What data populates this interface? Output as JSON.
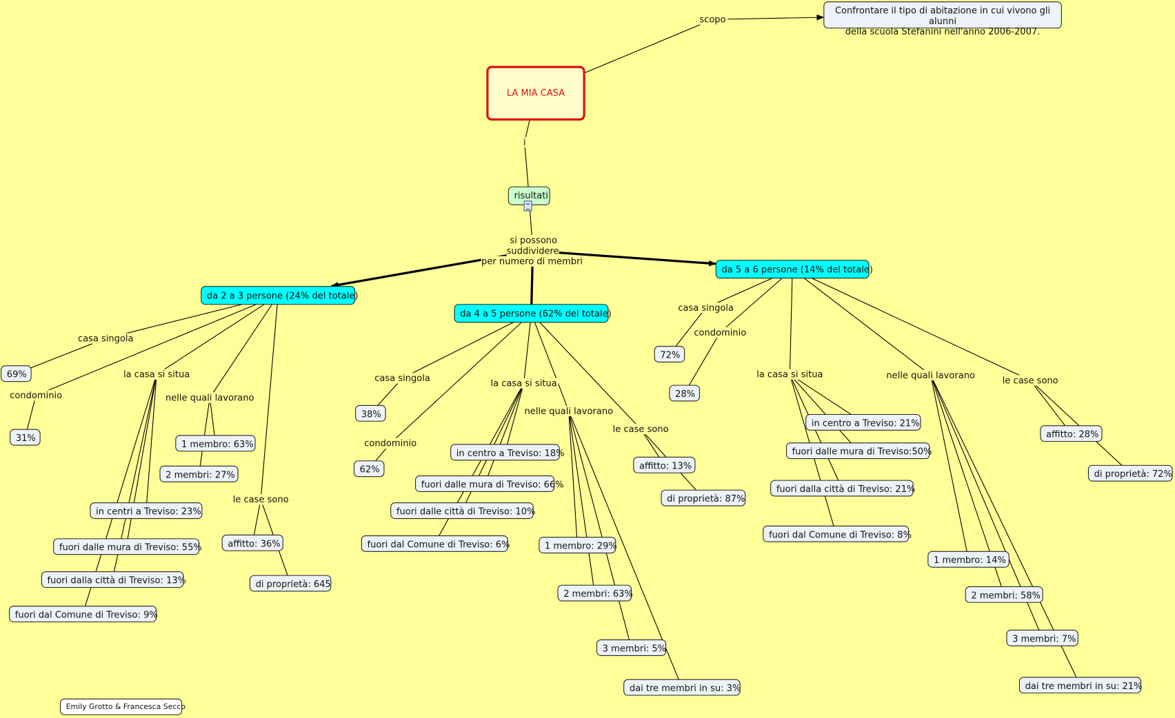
{
  "purpose": "Confrontare il tipo di abitazione in cui vivono gli alunni\ndella scuola Stefanini nell'anno 2006-2007.",
  "link_scopo": "scopo",
  "root": "LA MIA CASA",
  "link_i": "i",
  "results": "risultati",
  "link_divide": "si possono\nsuddividere\nper numero di membri",
  "groups": [
    {
      "title": "da 2 a 3 persone (24% del totale)",
      "casa_singola_label": "casa singola",
      "casa_singola": "69%",
      "condominio_label": "condominio",
      "condominio": "31%",
      "situa_label": "la casa si situa",
      "situa": [
        "in centri a Treviso: 23%",
        "fuori dalle mura di Treviso: 55%",
        "fuori dalla città di Treviso: 13%",
        "fuori dal Comune di Treviso: 9%"
      ],
      "lavorano_label": "nelle quali lavorano",
      "lavorano": [
        "1 membro: 63%",
        "2 membri: 27%"
      ],
      "case_label": "le case sono",
      "case": [
        "affitto: 36%",
        "di proprietà: 645"
      ]
    },
    {
      "title": "da 4 a 5 persone (62% del totale)",
      "casa_singola_label": "casa singola",
      "casa_singola": "38%",
      "condominio_label": "condominio",
      "condominio": "62%",
      "situa_label": "la casa si situa",
      "situa": [
        "in centro a Treviso: 18%",
        "fuori dalle mura di Treviso: 66%",
        "fuori dalle città di Treviso: 10%",
        "fuori dal Comune di Treviso: 6%"
      ],
      "lavorano_label": "nelle quali lavorano",
      "lavorano": [
        "1 membro: 29%",
        "2 membri: 63%",
        "3 membri: 5%",
        "dai tre membri in su: 3%"
      ],
      "case_label": "le case sono",
      "case": [
        "affitto: 13%",
        "di proprietà: 87%"
      ]
    },
    {
      "title": "da 5 a 6 persone (14% del totale)",
      "casa_singola_label": "casa singola",
      "casa_singola": "72%",
      "condominio_label": "condominio",
      "condominio": "28%",
      "situa_label": "la casa si situa",
      "situa": [
        "in centro a Treviso: 21%",
        "fuori dalle mura di Treviso:50%",
        "fuori dalla città di Treviso: 21%",
        "fuori dal Comune di Treviso: 8%"
      ],
      "lavorano_label": "nelle quali lavorano",
      "lavorano": [
        "1 membro: 14%",
        "2 membri: 58%",
        "3 membri: 7%",
        "dai tre membri in su: 21%"
      ],
      "case_label": "le case sono",
      "case": [
        "affitto: 28%",
        "di proprietà: 72%"
      ]
    }
  ],
  "credits": "Emily Grotto & Francesca Secco",
  "colors": {
    "background": "#ffff99",
    "root_border": "#e01010",
    "group_fill": "#00ffff",
    "results_fill": "#ccffcc",
    "leaf_fill": "#edf2f8"
  }
}
